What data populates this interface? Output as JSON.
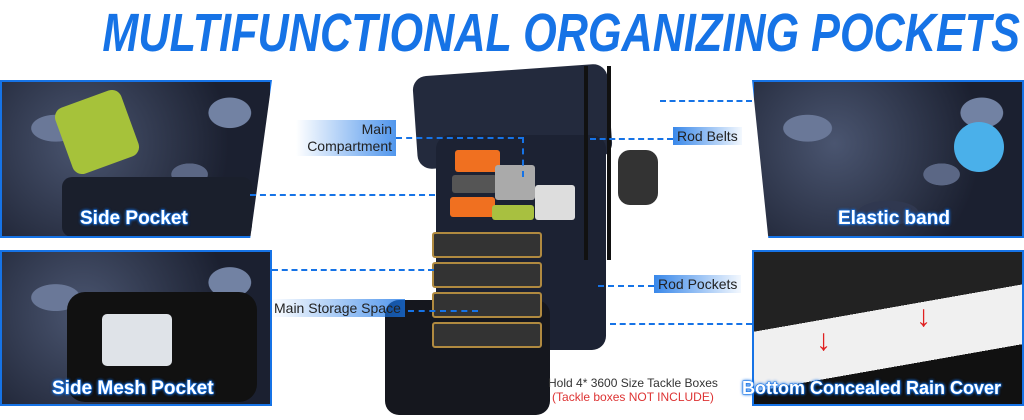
{
  "title": "MULTIFUNCTIONAL ORGANIZING POCKETS",
  "panels": {
    "side_pocket": "Side Pocket",
    "side_mesh_pocket": "Side Mesh Pocket",
    "elastic_band": "Elastic band",
    "rain_cover": "Bottom Concealed Rain Cover"
  },
  "callouts": {
    "main_compartment_1": "Main",
    "main_compartment_2": "Compartment",
    "rod_belts": "Rod Belts",
    "rod_pockets": "Rod Pockets",
    "main_storage": "Main Storage Space"
  },
  "note": {
    "line1": "Hold 4* 3600 Size Tackle Boxes",
    "line2": "(Tackle boxes NOT INCLUDE)"
  },
  "colors": {
    "accent": "#1673e6",
    "warning": "#d33333"
  }
}
